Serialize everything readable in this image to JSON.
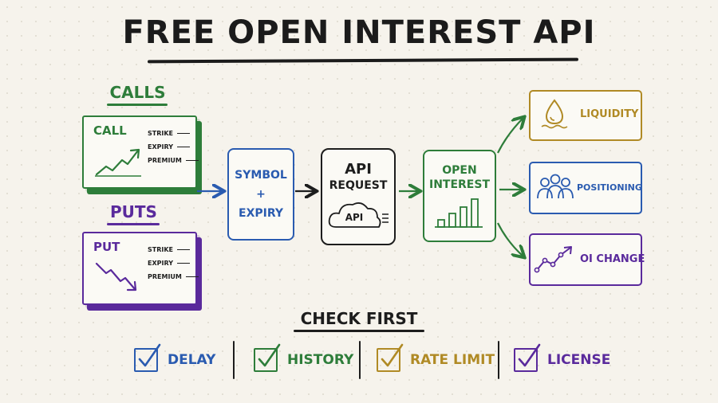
{
  "title": "FREE OPEN INTEREST API",
  "calls": {
    "heading": "CALLS",
    "card_title": "CALL",
    "fields": [
      "STRIKE",
      "EXPIRY",
      "PREMIUM"
    ]
  },
  "puts": {
    "heading": "PUTS",
    "card_title": "PUT",
    "fields": [
      "STRIKE",
      "EXPIRY",
      "PREMIUM"
    ]
  },
  "flow": {
    "symbol_expiry": [
      "SYMBOL",
      "+",
      "EXPIRY"
    ],
    "api_request": [
      "API",
      "REQUEST"
    ],
    "api_cloud_label": "API",
    "open_interest": [
      "OPEN",
      "INTEREST"
    ]
  },
  "outputs": {
    "liquidity": "LIQUIDITY",
    "positioning": "POSITIONING",
    "oi_change": "OI CHANGE"
  },
  "check_first": {
    "heading": "CHECK FIRST",
    "items": [
      "DELAY",
      "HISTORY",
      "RATE LIMIT",
      "LICENSE"
    ]
  },
  "colors": {
    "green": "#2e7d3a",
    "purple": "#5a2a9c",
    "blue": "#2a5bb0",
    "gold": "#b08a25",
    "ink": "#1d1d1d"
  }
}
